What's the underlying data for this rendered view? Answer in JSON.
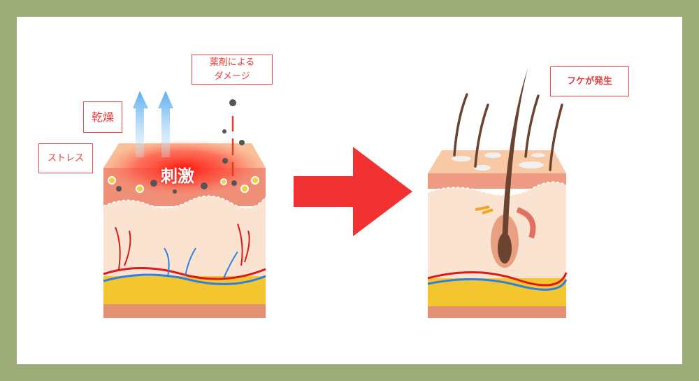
{
  "labels": {
    "stress": "ストレス",
    "dryness": "乾燥",
    "chemical_damage_line1": "薬剤による",
    "chemical_damage_line2": "ダメージ",
    "irritation": "刺激",
    "dandruff": "フケが発生"
  },
  "colors": {
    "background": "#9cac78",
    "label_red": "#e83c3c",
    "arrow_red": "#f23232",
    "dry_arrow_blue": "#6ab4f0",
    "hair_brown": "#6b4331"
  }
}
